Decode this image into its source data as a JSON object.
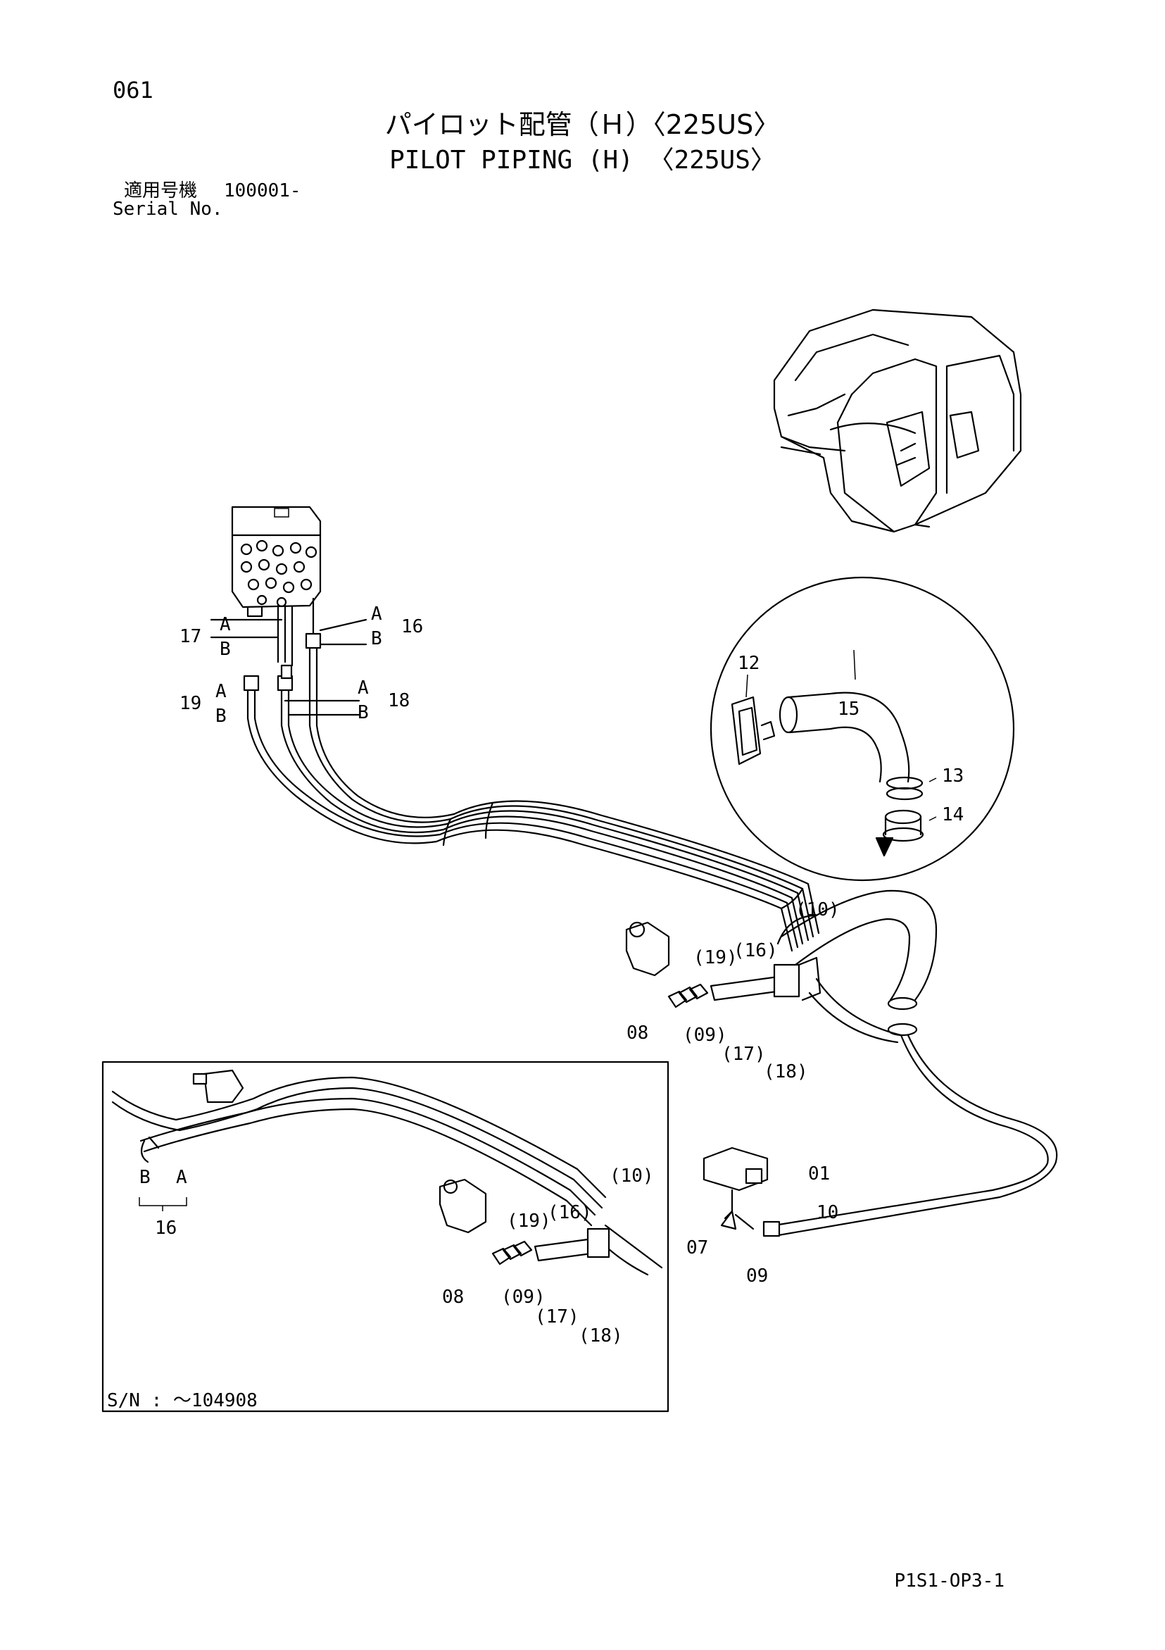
{
  "page": {
    "number": "061"
  },
  "title": {
    "jp": "パイロット配管（Ｈ）〈225US〉",
    "en": "PILOT PIPING (H) 〈225US〉"
  },
  "serial": {
    "label_jp": "適用号機",
    "range": "100001-",
    "label_en": "Serial No."
  },
  "footer": {
    "code": "P1S1-OP3-1"
  },
  "inset": {
    "serial_note": "S/N : ～104908"
  },
  "callouts": {
    "c01": "01",
    "c07": "07",
    "c08": "08",
    "c09": "09",
    "c10": "10",
    "c12": "12",
    "c13": "13",
    "c14": "14",
    "c15": "15",
    "c16": "16",
    "c17": "17",
    "c18": "18",
    "c19": "19",
    "ref09": "(09)",
    "ref10": "(10)",
    "ref16": "(16)",
    "ref17": "(17)",
    "ref18": "(18)",
    "ref19": "(19)",
    "port_a": "A",
    "port_b": "B"
  }
}
